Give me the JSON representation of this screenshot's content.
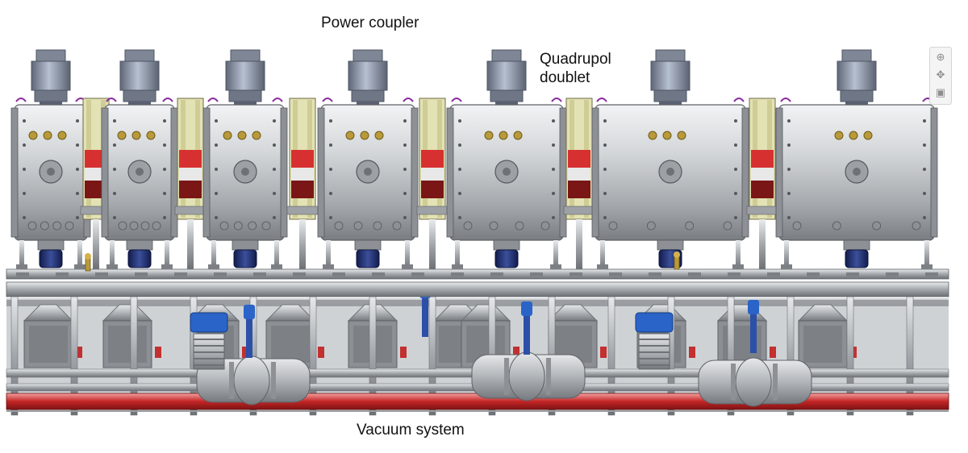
{
  "labels": {
    "power_coupler": "Power coupler",
    "quadrupol_line1": "Quadrupol",
    "quadrupol_line2": "doublet",
    "vacuum_system": "Vacuum system"
  },
  "colors": {
    "background": "#ffffff",
    "cavity_steel": "#a9acb0",
    "coupler_blue_grey": "#8d97a9",
    "quadrupole_yellow": "#e3e2b4",
    "quadrupole_red": "#d73030",
    "bellows_navy": "#1f2f73",
    "brass_fitting": "#b89a3a",
    "vacuum_pipe_red": "#c42525",
    "frame_grey": "#9ea2a6",
    "cabinet_grey": "#8c9094",
    "pump_blue": "#2a64c8"
  },
  "icons": [
    "zoom-in-icon",
    "pan-icon",
    "fit-view-icon"
  ]
}
